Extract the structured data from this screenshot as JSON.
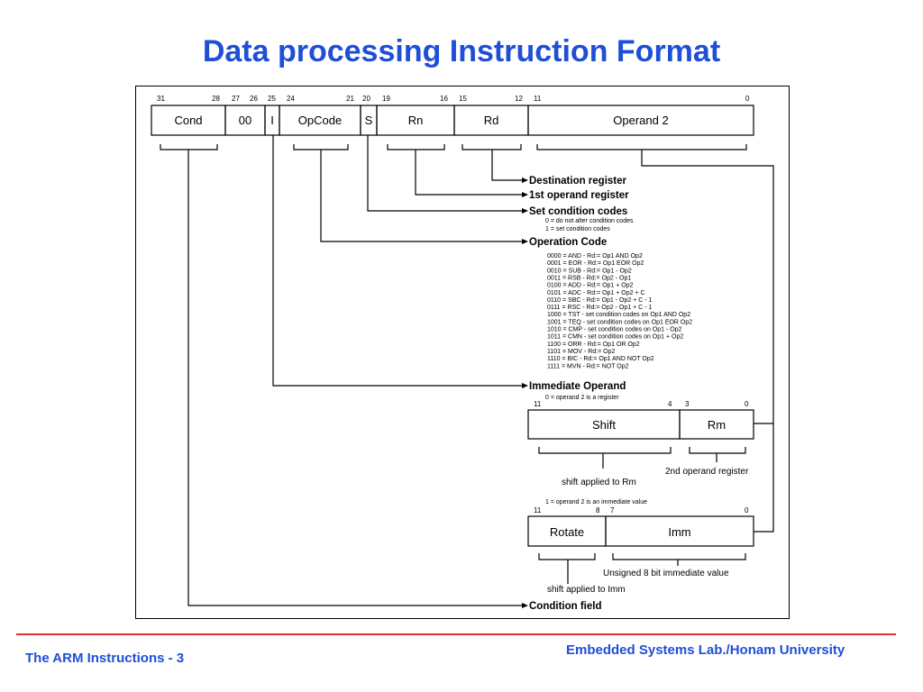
{
  "title": "Data processing Instruction Format",
  "footer": {
    "left": "The ARM Instructions - 3",
    "right": "Embedded Systems Lab./Honam University"
  },
  "colors": {
    "title": "#1f4ed8",
    "rule": "#e53030"
  },
  "format": {
    "bit_labels": [
      "31",
      "28",
      "27",
      "26",
      "25",
      "24",
      "21",
      "20",
      "19",
      "16",
      "15",
      "12",
      "11",
      "0"
    ],
    "fields": [
      "Cond",
      "00",
      "I",
      "OpCode",
      "S",
      "Rn",
      "Rd",
      "Operand 2"
    ]
  },
  "legend": {
    "destination": "Destination register",
    "first_operand": "1st operand register",
    "set_cond": "Set condition codes",
    "set_cond_0": "0 = do not alter condition codes",
    "set_cond_1": "1 = set condition codes",
    "opcode": "Operation Code",
    "opcodes": [
      "0000 = AND - Rd:= Op1 AND Op2",
      "0001 = EOR - Rd:= Op1 EOR Op2",
      "0010 = SUB - Rd:= Op1 - Op2",
      "0011 = RSB - Rd:= Op2 - Op1",
      "0100 = ADD - Rd:= Op1 + Op2",
      "0101 = ADC - Rd:= Op1 + Op2 + C",
      "0110 = SBC - Rd:= Op1 - Op2 + C - 1",
      "0111 = RSC - Rd:= Op2 - Op1 + C - 1",
      "1000 = TST - set condition codes on Op1 AND Op2",
      "1001 = TEQ - set condition codes on Op1 EOR Op2",
      "1010 = CMP - set condition codes on Op1 - Op2",
      "1011 = CMN - set condition codes on Op1 + Op2",
      "1100 = ORR - Rd:= Op1 OR Op2",
      "1101 = MOV - Rd:= Op2",
      "1110 = BIC - Rd:= Op1 AND NOT Op2",
      "1111 = MVN - Rd:= NOT Op2"
    ],
    "immediate": "Immediate Operand",
    "imm0": "0 = operand 2 is a register",
    "imm1": "1 = operand 2 is an immediate value",
    "condition_field": "Condition field"
  },
  "register_form": {
    "bits": [
      "11",
      "4",
      "3",
      "0"
    ],
    "fields": [
      "Shift",
      "Rm"
    ],
    "shift_caption": "shift applied to Rm",
    "rm_caption": "2nd operand register"
  },
  "immediate_form": {
    "bits": [
      "11",
      "8",
      "7",
      "0"
    ],
    "fields": [
      "Rotate",
      "Imm"
    ],
    "imm_caption": "Unsigned 8 bit immediate value",
    "rotate_caption": "shift applied to Imm"
  }
}
